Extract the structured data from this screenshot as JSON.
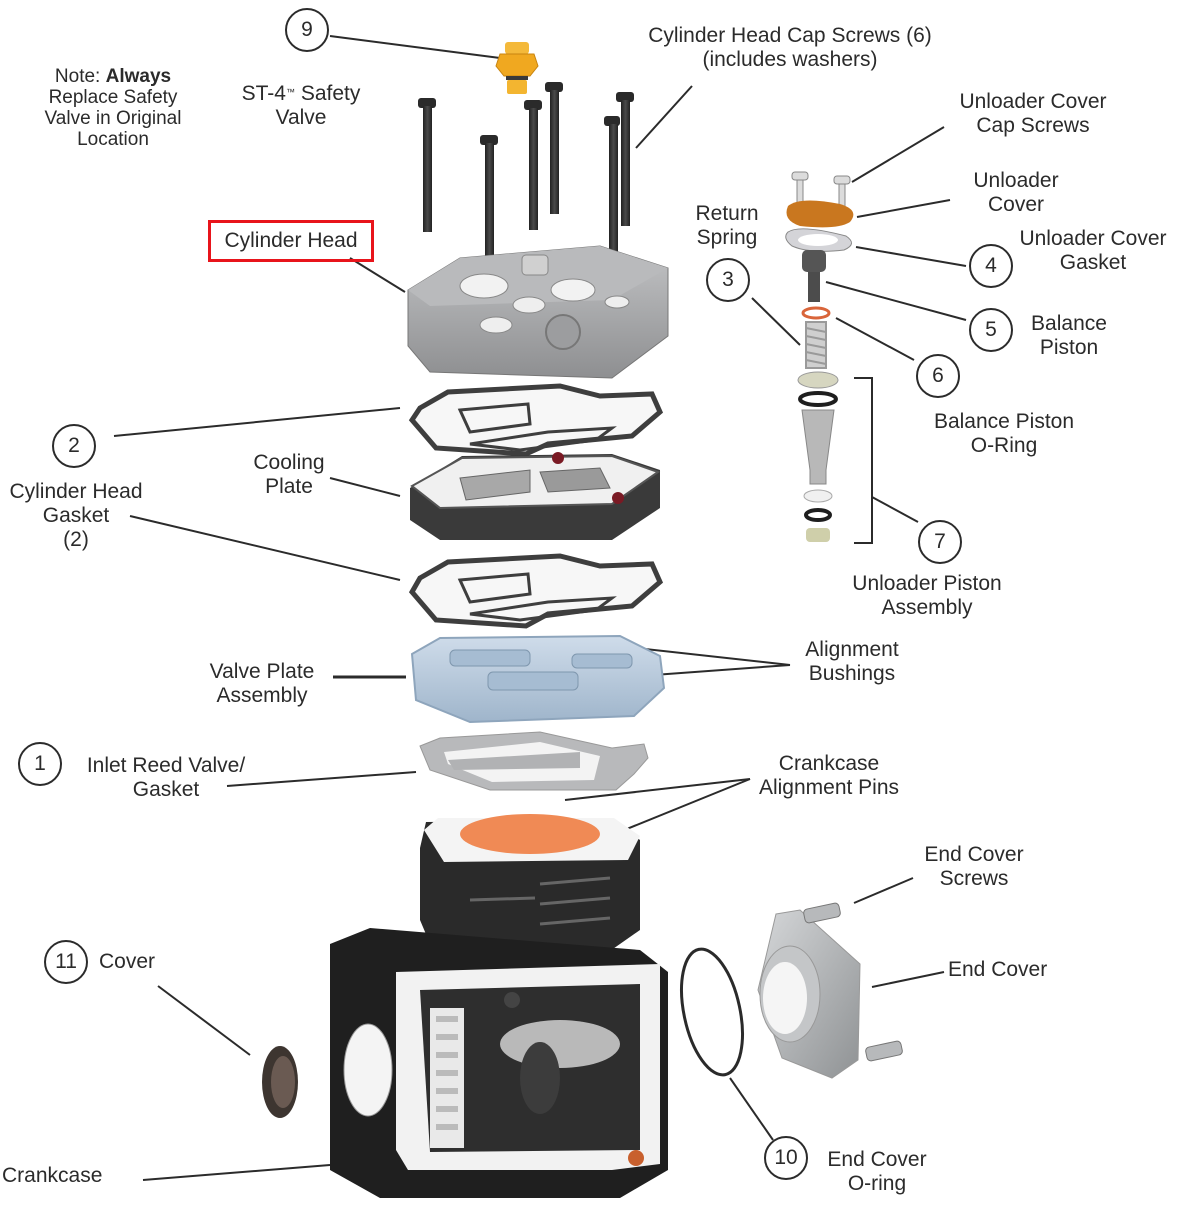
{
  "title": "Air Compressor Exploded Parts Diagram",
  "highlight_color": "#e8141b",
  "note": {
    "prefix": "Note: ",
    "bold": "Always",
    "lines": [
      "Replace Safety",
      "Valve in Original",
      "Location"
    ]
  },
  "labels": {
    "safety_valve": {
      "line1": "ST-4",
      "tm": "™",
      "line1_rest": " Safety",
      "line2": "Valve"
    },
    "cylinder_head": "Cylinder Head",
    "cap_screws": [
      "Cylinder Head Cap Screws (6)",
      "(includes washers)"
    ],
    "unloader_cover_cap_screws": [
      "Unloader Cover",
      "Cap Screws"
    ],
    "unloader_cover": [
      "Unloader",
      "Cover"
    ],
    "unloader_cover_gasket": [
      "Unloader Cover",
      "Gasket"
    ],
    "return_spring": [
      "Return",
      "Spring"
    ],
    "balance_piston": [
      "Balance",
      "Piston"
    ],
    "balance_piston_oring": [
      "Balance Piston",
      "O-Ring"
    ],
    "unloader_piston_assembly": [
      "Unloader Piston",
      "Assembly"
    ],
    "cylinder_head_gasket": [
      "Cylinder Head",
      "Gasket",
      "(2)"
    ],
    "cooling_plate": [
      "Cooling",
      "Plate"
    ],
    "valve_plate_assembly": [
      "Valve Plate",
      "Assembly"
    ],
    "alignment_bushings": [
      "Alignment",
      "Bushings"
    ],
    "inlet_reed_valve": [
      "Inlet Reed Valve/",
      "Gasket"
    ],
    "crankcase_alignment_pins": [
      "Crankcase",
      "Alignment Pins"
    ],
    "end_cover_screws": [
      "End Cover",
      "Screws"
    ],
    "end_cover": "End Cover",
    "cover": "Cover",
    "end_cover_oring": [
      "End Cover",
      "O-ring"
    ],
    "crankcase": "Crankcase"
  },
  "callouts": {
    "c1": "1",
    "c2": "2",
    "c3": "3",
    "c4": "4",
    "c5": "5",
    "c6": "6",
    "c7": "7",
    "c9": "9",
    "c10": "10",
    "c11": "11"
  },
  "part_colors": {
    "safety_valve": "#f0a820",
    "unloader_cover": "#c9771f",
    "oring_orange": "#d9653a",
    "piston_bore": "#f08a55",
    "cylinder_head": "#a9aaac",
    "valve_plate": "#b8cde0",
    "crankcase": "#1f1f1f",
    "gasket": "#4a4a4a",
    "cooling_plate": "#6b6b6b",
    "end_cover": "#b5b7b9",
    "cover_cap": "#3d3530"
  }
}
